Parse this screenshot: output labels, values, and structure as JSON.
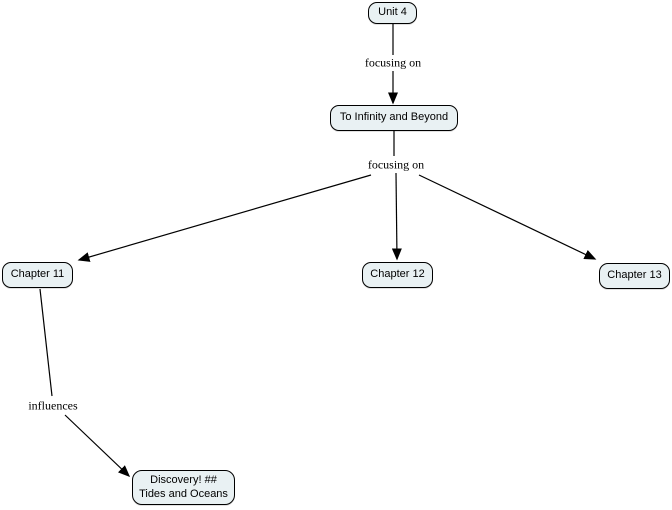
{
  "diagram": {
    "kind": "concept-map",
    "background_color": "#ffffff",
    "node_fill_color": "#e9f1f3",
    "node_border_color": "#000000",
    "nodes": {
      "unit4": {
        "label": "Unit 4"
      },
      "infinity": {
        "label": "To Infinity and Beyond"
      },
      "ch11": {
        "label": "Chapter 11"
      },
      "ch12": {
        "label": "Chapter 12"
      },
      "ch13": {
        "label": "Chapter 13"
      },
      "discovery": {
        "line1": "Discovery! ##",
        "line2": "Tides and Oceans"
      }
    },
    "edge_labels": {
      "focusing_on_1": "focusing on",
      "focusing_on_2": "focusing on",
      "influences": "influences"
    },
    "links": [
      {
        "from": "Unit 4",
        "label": "focusing on",
        "to": "To Infinity and Beyond"
      },
      {
        "from": "To Infinity and Beyond",
        "label": "focusing on",
        "to": "Chapter 11"
      },
      {
        "from": "To Infinity and Beyond",
        "label": "focusing on",
        "to": "Chapter 12"
      },
      {
        "from": "To Infinity and Beyond",
        "label": "focusing on",
        "to": "Chapter 13"
      },
      {
        "from": "Chapter 11",
        "label": "influences",
        "to": "Discovery! ## Tides and Oceans"
      }
    ]
  }
}
